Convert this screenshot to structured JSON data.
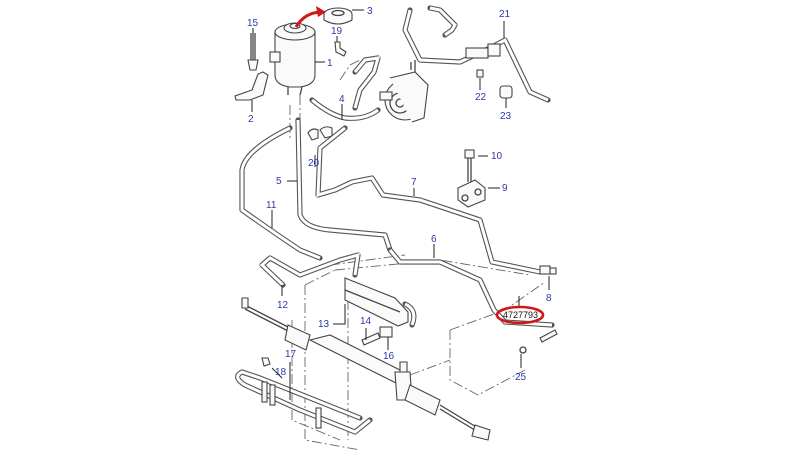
{
  "diagram": {
    "title": "Power steering system exploded parts diagram",
    "callouts": [
      {
        "id": "1",
        "label": "1"
      },
      {
        "id": "2",
        "label": "2"
      },
      {
        "id": "3",
        "label": "3"
      },
      {
        "id": "4",
        "label": "4"
      },
      {
        "id": "5",
        "label": "5"
      },
      {
        "id": "6",
        "label": "6"
      },
      {
        "id": "7",
        "label": "7"
      },
      {
        "id": "8",
        "label": "8"
      },
      {
        "id": "9",
        "label": "9"
      },
      {
        "id": "10",
        "label": "10"
      },
      {
        "id": "11",
        "label": "11"
      },
      {
        "id": "12",
        "label": "12"
      },
      {
        "id": "13",
        "label": "13"
      },
      {
        "id": "14",
        "label": "14"
      },
      {
        "id": "15",
        "label": "15"
      },
      {
        "id": "16",
        "label": "16"
      },
      {
        "id": "17",
        "label": "17"
      },
      {
        "id": "18",
        "label": "18"
      },
      {
        "id": "19",
        "label": "19"
      },
      {
        "id": "20",
        "label": "20"
      },
      {
        "id": "21",
        "label": "21"
      },
      {
        "id": "22",
        "label": "22"
      },
      {
        "id": "23",
        "label": "23"
      },
      {
        "id": "25",
        "label": "25"
      }
    ],
    "highlight": {
      "part_number": "4727793",
      "color": "#d01818"
    },
    "arrow_color": "#d01818",
    "callout_color": "#2b3aa8"
  }
}
